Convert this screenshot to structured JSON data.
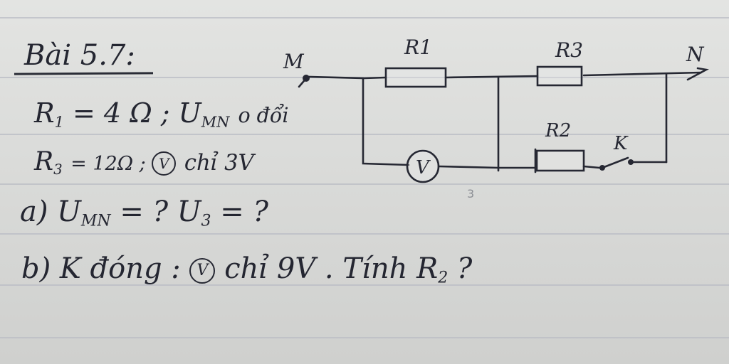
{
  "problem": {
    "title": "Bài 5.7:",
    "given": {
      "r1_label": "R",
      "r1_sub": "1",
      "r1_value": "= 4 Ω ; ",
      "umn_label": "U",
      "umn_sub": "MN",
      "umn_note": "o đổi",
      "r3_label": "R",
      "r3_sub": "3",
      "r3_value": "= 12Ω ; ",
      "v_symbol": "V",
      "v_reading": "chỉ 3V"
    },
    "question_a": {
      "prefix": "a) ",
      "u_label": "U",
      "u_sub": "MN",
      "u_rest": " = ?  ",
      "u3_label": "U",
      "u3_sub": "3",
      "u3_rest": " = ?"
    },
    "question_b": {
      "prefix": "b) K đóng : ",
      "v_symbol": "V",
      "v_reading": "chỉ 9V . Tính ",
      "r2_label": "R",
      "r2_sub": "2",
      "r2_rest": " ?"
    }
  },
  "circuit": {
    "node_m": "M",
    "node_n": "N",
    "r1": "R1",
    "r2": "R2",
    "r3": "R3",
    "switch": "K",
    "voltmeter": "V",
    "stray_mark": "3"
  },
  "colors": {
    "ink": "#262833",
    "paper": "#dcdddb",
    "ruling": "#b9bcc4"
  }
}
